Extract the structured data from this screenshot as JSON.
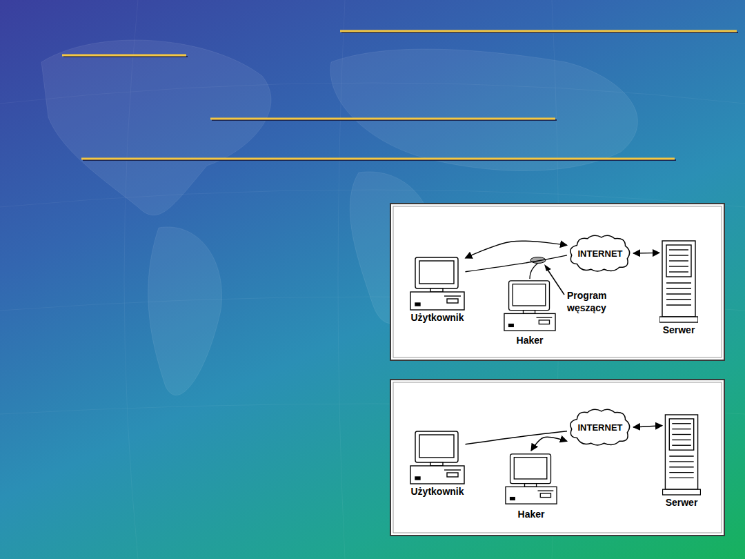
{
  "diagram": {
    "nodes": [
      {
        "text": [
          "Użytkownik"
        ]
      },
      {
        "text": [
          "Haker"
        ]
      },
      {
        "text": [
          "INTERNET"
        ]
      },
      {
        "text": [
          "Serwer"
        ]
      },
      {
        "text": [
          "Użytkownik"
        ]
      },
      {
        "text": [
          "Haker"
        ]
      },
      {
        "text": [
          "INTERNET"
        ]
      },
      {
        "text": [
          "Serwer"
        ]
      }
    ],
    "edges": [
      {
        "from": 0,
        "to": 2,
        "arrow": "none"
      },
      {
        "from": 0,
        "to": 2,
        "arrow": "both"
      },
      {
        "from": 2,
        "to": 3,
        "arrow": "both"
      },
      {
        "from": 4,
        "to": 6,
        "arrow": "none"
      },
      {
        "from": 5,
        "to": 6,
        "arrow": "both"
      },
      {
        "from": 6,
        "to": 7,
        "arrow": "both"
      }
    ],
    "labels": [
      "Program węszący"
    ]
  }
}
